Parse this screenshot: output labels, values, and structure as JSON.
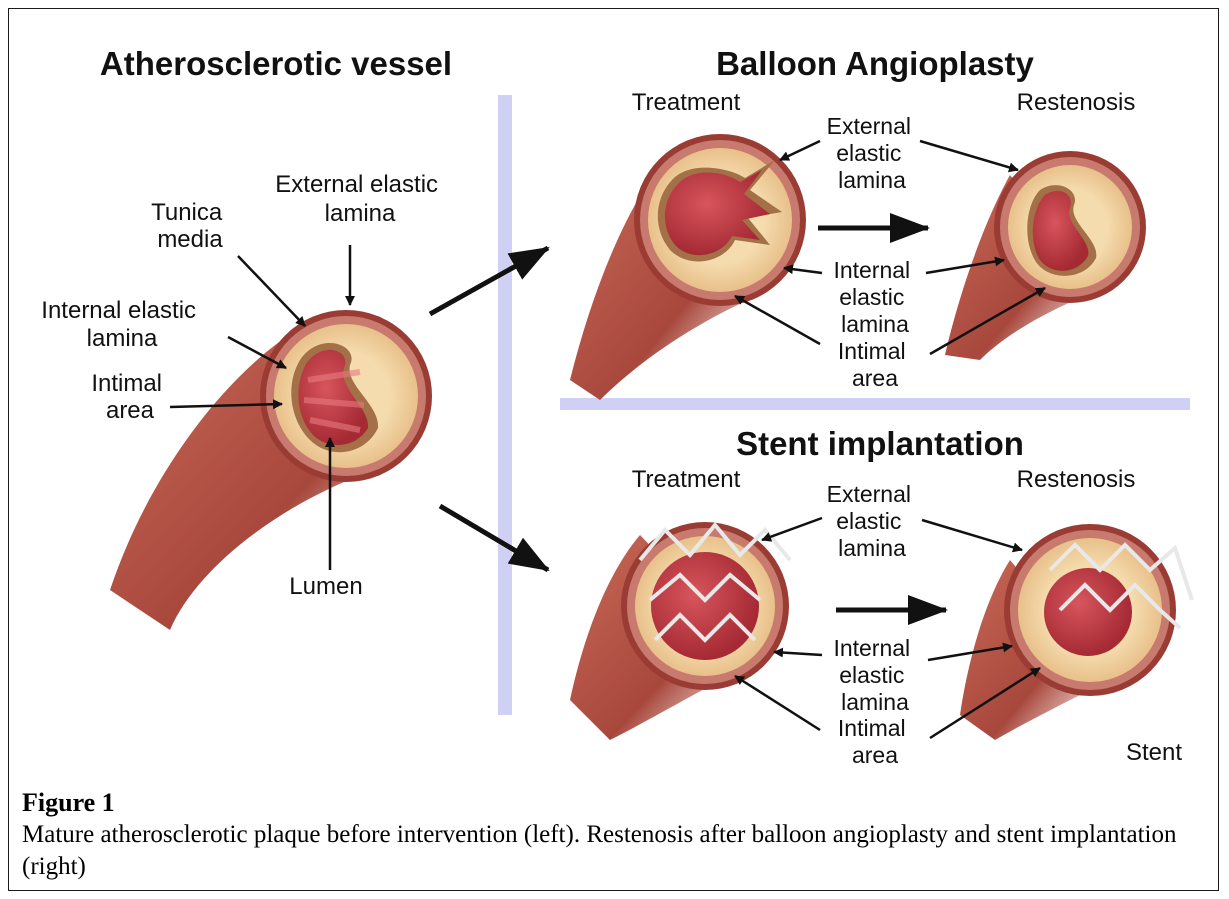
{
  "panels": {
    "left": {
      "title": "Atherosclerotic vessel",
      "labels": {
        "tunica_media_1": "Tunica",
        "tunica_media_2": "media",
        "external_1": "External elastic",
        "external_2": "lamina",
        "internal_1": "Internal elastic",
        "internal_2": "lamina",
        "intimal_1": "Intimal",
        "intimal_2": "area",
        "lumen": "Lumen"
      }
    },
    "balloon": {
      "title": "Balloon Angioplasty",
      "treatment": "Treatment",
      "restenosis": "Restenosis",
      "external": [
        "External",
        "elastic",
        "lamina"
      ],
      "internal": [
        "Internal",
        "elastic",
        "lamina"
      ],
      "intimal": [
        "Intimal",
        "area"
      ]
    },
    "stent": {
      "title": "Stent implantation",
      "treatment": "Treatment",
      "restenosis": "Restenosis",
      "external": [
        "External",
        "elastic",
        "lamina"
      ],
      "internal": [
        "Internal",
        "elastic",
        "lamina"
      ],
      "intimal": [
        "Intimal",
        "area"
      ],
      "stent_label": "Stent"
    }
  },
  "caption": {
    "title": "Figure 1",
    "text": "Mature atherosclerotic plaque before intervention (left). Restenosis after balloon angioplasty and stent implantation (right)"
  },
  "colors": {
    "vessel": "#b8584a",
    "media": "#f0d4a4",
    "lumen": "#c23a44",
    "divider": "#c8c8f0"
  }
}
